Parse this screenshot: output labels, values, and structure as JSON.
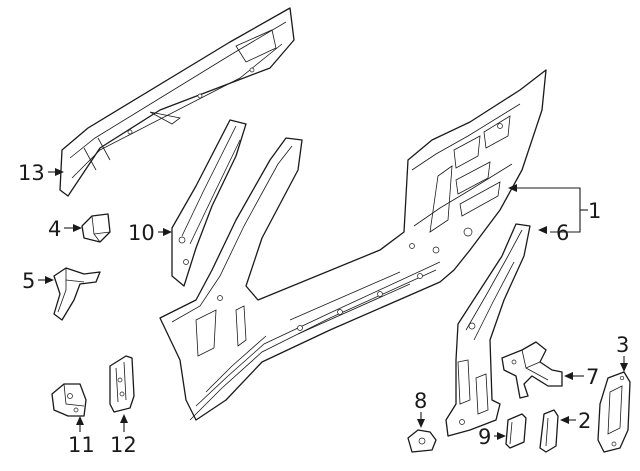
{
  "callouts": [
    {
      "id": "1",
      "label": "1"
    },
    {
      "id": "2",
      "label": "2"
    },
    {
      "id": "3",
      "label": "3"
    },
    {
      "id": "4",
      "label": "4"
    },
    {
      "id": "5",
      "label": "5"
    },
    {
      "id": "6",
      "label": "6"
    },
    {
      "id": "7",
      "label": "7"
    },
    {
      "id": "8",
      "label": "8"
    },
    {
      "id": "9",
      "label": "9"
    },
    {
      "id": "10",
      "label": "10"
    },
    {
      "id": "11",
      "label": "11"
    },
    {
      "id": "12",
      "label": "12"
    },
    {
      "id": "13",
      "label": "13"
    }
  ],
  "colors": {
    "line": "#1a1a1a",
    "background": "#ffffff"
  }
}
